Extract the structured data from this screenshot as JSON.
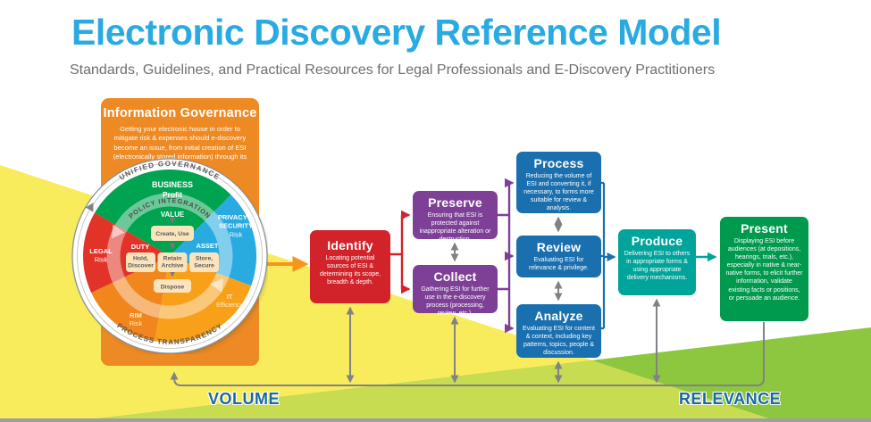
{
  "title": "Electronic Discovery Reference Model",
  "subtitle": "Standards, Guidelines, and Practical Resources for Legal Professionals and E-Discovery Practitioners",
  "info_governance": {
    "title": "Information  Governance",
    "description": "Getting your electronic house in order to mitigate risk & expenses should e-discovery become an issue, from initial creation of ESI (electronically stored information) through its final disposition."
  },
  "circle": {
    "unified_governance": "UNIFIED GOVERNANCE",
    "policy_integration": "POLICY INTEGRATION",
    "process_transparency": "PROCESS TRANSPARENCY",
    "business": "BUSINESS",
    "business_value": "Profit",
    "privacy_line1": "PRIVACY &",
    "privacy_line2": "SECURITY",
    "privacy_value": "Risk",
    "legal": "LEGAL",
    "legal_value": "Risk",
    "rim": "RIM",
    "rim_value": "Risk",
    "it": "IT",
    "it_value": "Efficiency",
    "value_label": "VALUE",
    "duty_label": "DUTY",
    "asset_label": "ASSET",
    "node_create": "Create, Use",
    "node_hold_1": "Hold,",
    "node_hold_2": "Discover",
    "node_retain_1": "Retain",
    "node_retain_2": "Archive",
    "node_store_1": "Store,",
    "node_store_2": "Secure",
    "node_dispose": "Dispose"
  },
  "stages": [
    {
      "title": "Identify",
      "description": "Locating potential sources of ESI & determining its scope, breadth & depth.",
      "color": "#D2232A"
    },
    {
      "title": "Preserve",
      "description": "Ensuring that ESI is protected against inappropriate alteration or destruction.",
      "color": "#7E4097"
    },
    {
      "title": "Collect",
      "description": "Gathering ESI for further use in the e-discovery process (processing, review, etc.).",
      "color": "#7E4097"
    },
    {
      "title": "Process",
      "description": "Reducing the volume of ESI and converting it, if necessary, to forms more suitable for review & analysis.",
      "color": "#1A6FAF"
    },
    {
      "title": "Review",
      "description": "Evaluating ESI for relevance & privilege.",
      "color": "#1A6FAF"
    },
    {
      "title": "Analyze",
      "description": "Evaluating ESI for content & context, including key patterns, topics, people & discussion.",
      "color": "#1A6FAF"
    },
    {
      "title": "Produce",
      "description": "Delivering ESI to others in appropriate forms & using appropriate delivery mechanisms.",
      "color": "#00A49A"
    },
    {
      "title": "Present",
      "description": "Displaying ESI before audiences (at depositions, hearings, trials, etc.), especially in native & near-native forms, to elicit further information, validate existing facts or positions, or persuade an audience.",
      "color": "#009A4E"
    }
  ],
  "axis": {
    "volume": "VOLUME",
    "relevance": "RELEVANCE"
  },
  "colors": {
    "title_blue": "#29ABE2",
    "subtitle_gray": "#6D6E71",
    "governance_orange": "#ED8A23",
    "segment_green": "#00A350",
    "segment_blue": "#29ABE2",
    "segment_orange_light": "#F9A01B",
    "segment_orange_dark": "#F0861C",
    "segment_red": "#E13327",
    "arrow_gray": "#808285",
    "background_yellow": "#F8EC5D",
    "background_green": "#8DC63F",
    "axis_text": "#17699E"
  }
}
